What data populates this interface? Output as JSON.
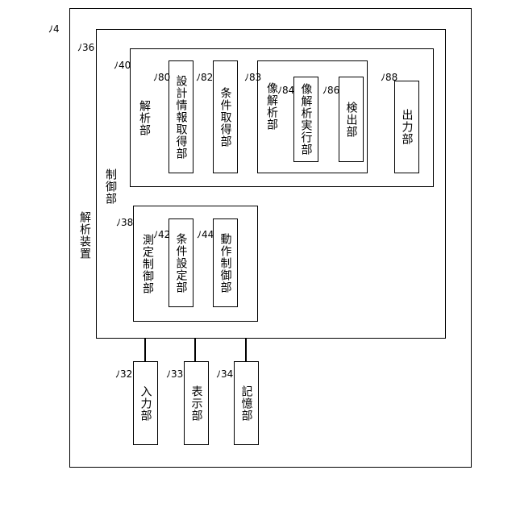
{
  "analysis_device": {
    "label": "解析装置",
    "ref": "ﾉ4"
  },
  "control_unit": {
    "label": "制御部",
    "ref": "ﾉ36"
  },
  "analysis_unit": {
    "label": "解析部",
    "ref": "ﾉ40",
    "design_info_acquisition": {
      "label": "設計情報取得部",
      "ref": "ﾉ80"
    },
    "condition_acquisition": {
      "label": "条件取得部",
      "ref": "ﾉ82"
    },
    "image_analysis": {
      "label": "像解析部",
      "ref": "ﾉ83",
      "execution": {
        "label": "像解析実行部",
        "ref": "ﾉ84"
      },
      "detection": {
        "label": "検出部",
        "ref": "ﾉ86"
      }
    },
    "output": {
      "label": "出力部",
      "ref": "ﾉ88"
    }
  },
  "measurement_control": {
    "label": "測定制御部",
    "ref": "ﾉ38",
    "condition_setting": {
      "label": "条件設定部",
      "ref": "ﾉ42"
    },
    "operation_control": {
      "label": "動作制御部",
      "ref": "ﾉ44"
    }
  },
  "input_unit": {
    "label": "入力部",
    "ref": "ﾉ32"
  },
  "display_unit": {
    "label": "表示部",
    "ref": "ﾉ33"
  },
  "storage_unit": {
    "label": "記憶部",
    "ref": "ﾉ34"
  }
}
